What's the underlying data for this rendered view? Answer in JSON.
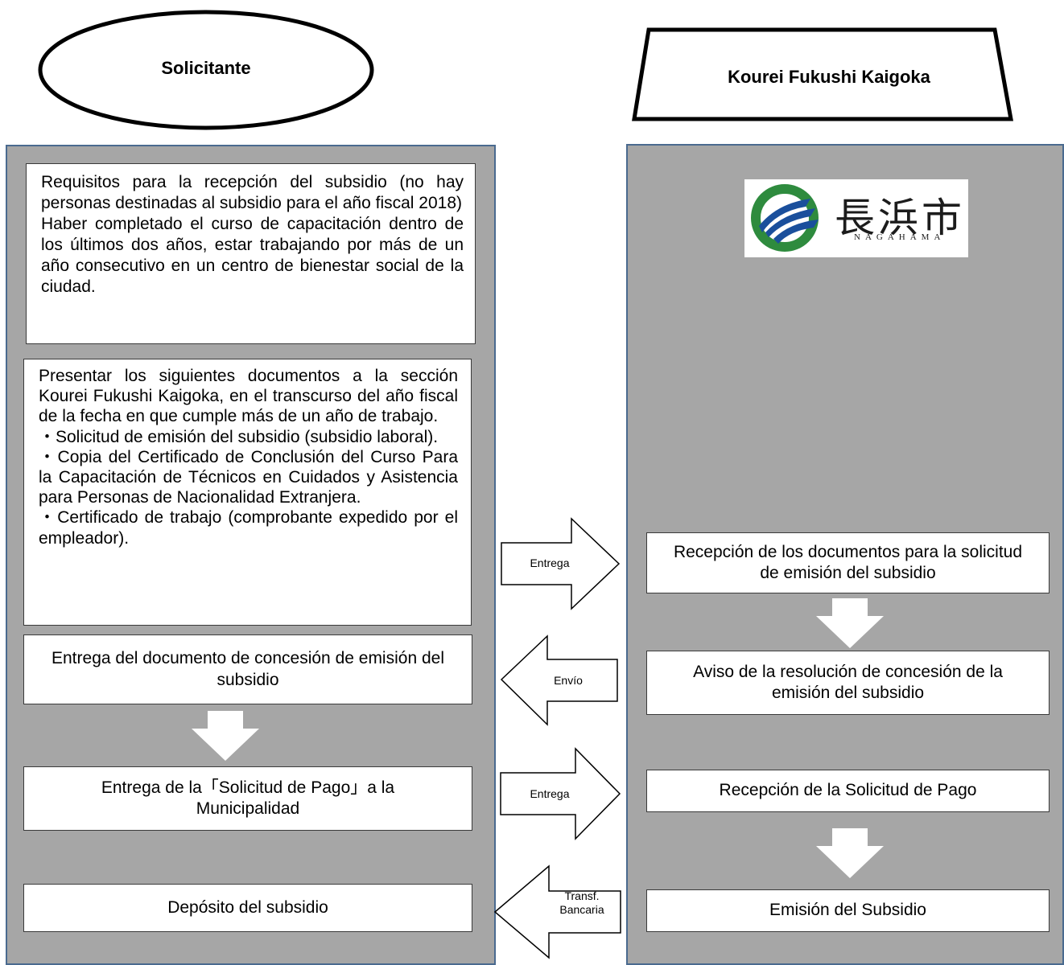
{
  "headers": {
    "left_actor": "Solicitante",
    "right_actor": "Kourei Fukushi Kaigoka"
  },
  "left_lane": {
    "requirements": {
      "line1": "Requisitos para la recepción del subsidio (no hay personas destinadas al subsidio para el año fiscal 2018)",
      "line2": "Haber completado el curso de capacitación dentro de los últimos dos años, estar trabajando por más de un año consecutivo en un centro de bienestar social de la ciudad."
    },
    "documents": {
      "intro": "Presentar los siguientes documentos a la sección Kourei Fukushi Kaigoka, en el transcurso del año fiscal de la fecha en que cumple más de un año de trabajo.",
      "item1": "・Solicitud de emisión del subsidio (subsidio laboral).",
      "item2": "・Copia del Certificado de Conclusión del Curso Para la Capacitación de Técnicos en Cuidados y Asistencia para Personas de Nacionalidad Extranjera.",
      "item3": "・Certificado de trabajo (comprobante expedido por el empleador)."
    },
    "delivery_concession": "Entrega del documento de concesión de emisión del subsidio",
    "payment_request": "Entrega de la「Solicitud de Pago」a la Municipalidad",
    "deposit": "Depósito del subsidio"
  },
  "right_lane": {
    "logo": {
      "kanji": "長浜市",
      "romaji": "NAGAHAMA"
    },
    "reception_docs": "Recepción de los documentos para la solicitud de emisión del subsidio",
    "notice": "Aviso de la resolución de concesión de la emisión del subsidio",
    "reception_payment": "Recepción de la Solicitud de Pago",
    "emission": "Emisión del Subsidio"
  },
  "arrows": {
    "a1": "Entrega",
    "a2": "Envío",
    "a3": "Entrega",
    "a4_line1": "Transf.",
    "a4_line2": "Bancaria"
  },
  "colors": {
    "lane_fill": "#a6a6a6",
    "lane_border": "#4a6a8f",
    "logo_green": "#2e8b3e",
    "logo_blue": "#1a4f9c"
  }
}
